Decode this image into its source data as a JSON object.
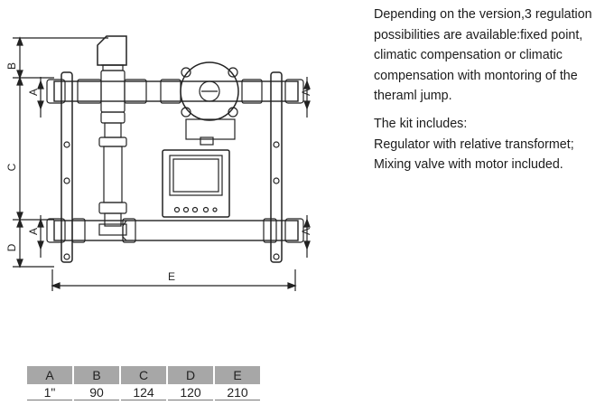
{
  "description": {
    "paragraph1": "Depending on the version,3 regulation possibilities are available:fixed point, climatic compensation or climatic compensation with montoring of the theraml jump.",
    "paragraph2_title": "The kit includes:",
    "paragraph2_items": [
      "Regulator with relative transformet;",
      "Mixing valve with motor included."
    ]
  },
  "drawing_labels": {
    "dim_b": "B",
    "dim_c": "C",
    "dim_d": "D",
    "dim_e": "E",
    "pipe_a_top_left": "A",
    "pipe_a_top_right": "A",
    "pipe_a_bottom_left": "A",
    "pipe_a_bottom_right": "A"
  },
  "dimension_table": {
    "headers": [
      "A",
      "B",
      "C",
      "D",
      "E"
    ],
    "values": [
      "1\"",
      "90",
      "124",
      "120",
      "210"
    ]
  }
}
